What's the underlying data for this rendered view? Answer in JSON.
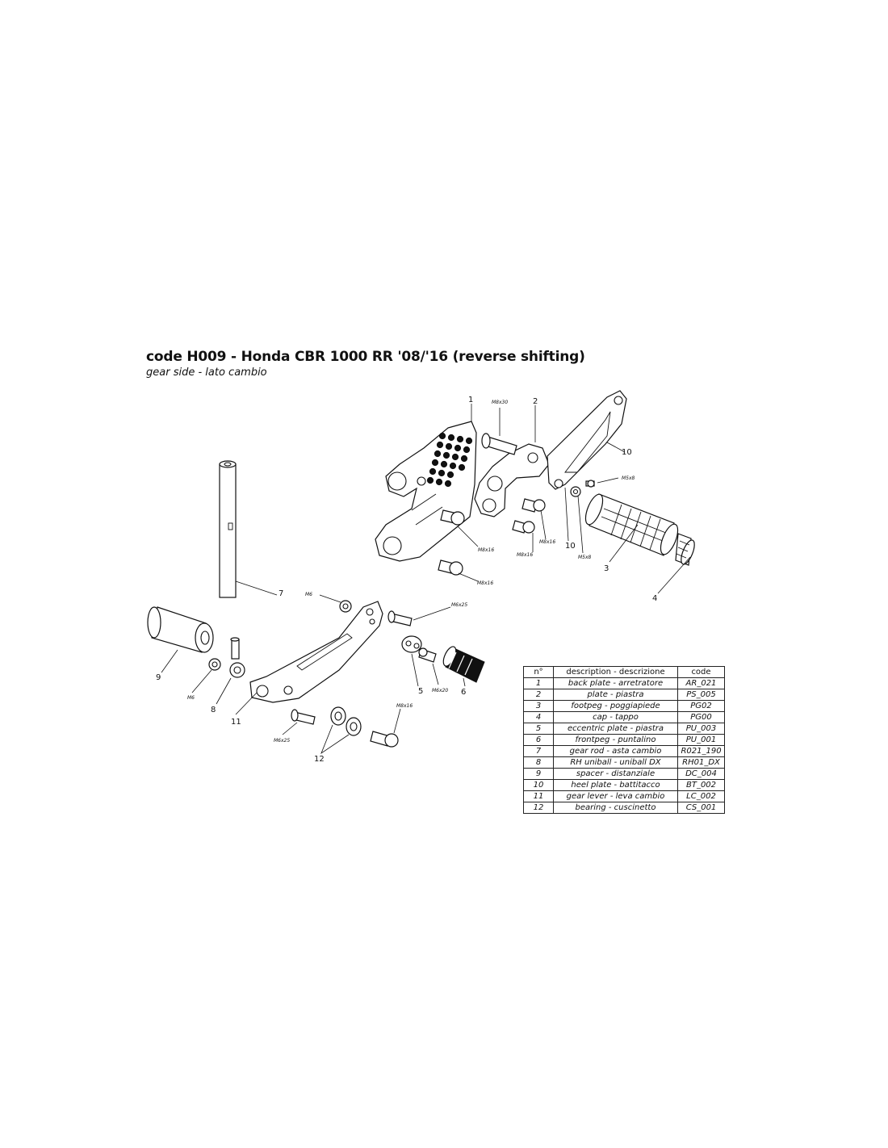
{
  "header": {
    "title": "code H009 - Honda CBR 1000 RR '08/'16 (reverse shifting)",
    "subtitle": "gear side - lato cambio"
  },
  "callouts": {
    "p1": "1",
    "p2": "2",
    "p3": "3",
    "p4": "4",
    "p5": "5",
    "p6": "6",
    "p7": "7",
    "p8": "8",
    "p9": "9",
    "p10a": "10",
    "p10b": "10",
    "p11": "11",
    "p12": "12"
  },
  "screws": {
    "m8x30": "M8x30",
    "m5x8_top": "M5x8",
    "m5x8_bottom": "M5x8",
    "m8x16_a": "M8x16",
    "m8x16_b": "M8x16",
    "m8x16_c": "M8x16",
    "m8x16_d": "M8x16",
    "m8x16_e": "M8x16",
    "m6": "M6",
    "m6_nut": "M6",
    "m6x25_top": "M6x25",
    "m6x25_bottom": "M6x25",
    "m6x20": "M6x20"
  },
  "parts_table": {
    "headers": [
      "n°",
      "description - descrizione",
      "code"
    ],
    "rows": [
      [
        "1",
        "back plate - arretratore",
        "AR_021"
      ],
      [
        "2",
        "plate - piastra",
        "PS_005"
      ],
      [
        "3",
        "footpeg - poggiapiede",
        "PG02"
      ],
      [
        "4",
        "cap - tappo",
        "PG00"
      ],
      [
        "5",
        "eccentric plate - piastra",
        "PU_003"
      ],
      [
        "6",
        "frontpeg - puntalino",
        "PU_001"
      ],
      [
        "7",
        "gear rod - asta cambio",
        "R021_190"
      ],
      [
        "8",
        "RH uniball - uniball DX",
        "RH01_DX"
      ],
      [
        "9",
        "spacer - distanziale",
        "DC_004"
      ],
      [
        "10",
        "heel plate - battitacco",
        "BT_002"
      ],
      [
        "11",
        "gear lever - leva cambio",
        "LC_002"
      ],
      [
        "12",
        "bearing - cuscinetto",
        "CS_001"
      ]
    ]
  }
}
